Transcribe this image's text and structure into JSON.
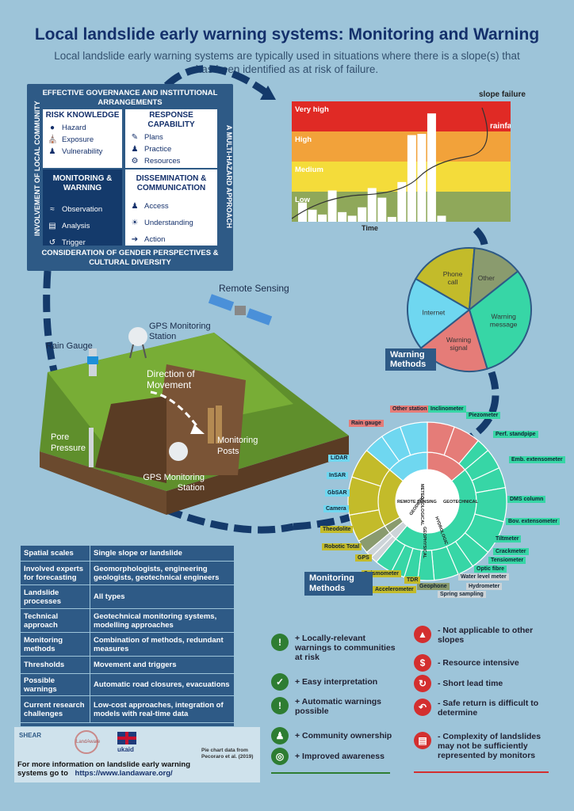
{
  "title": "Local landslide early warning systems: Monitoring and Warning",
  "subtitle": "Local landslide early warning systems are typically used in situations where there is a slope(s) that has been identified as at risk of failure.",
  "framework": {
    "top_label": "EFFECTIVE GOVERNANCE AND INSTITUTIONAL ARRANGEMENTS",
    "bottom_label": "CONSIDERATION OF GENDER PERSPECTIVES & CULTURAL DIVERSITY",
    "left_label": "INVOLVEMENT OF LOCAL COMMUNITY",
    "right_label": "A MULTI-HAZARD APPROACH",
    "risk": {
      "title": "RISK KNOWLEDGE",
      "items": [
        "Hazard",
        "Exposure",
        "Vulnerability"
      ]
    },
    "response": {
      "title": "RESPONSE CAPABILITY",
      "items": [
        "Plans",
        "Practice",
        "Resources"
      ]
    },
    "monitoring": {
      "title": "MONITORING & WARNING",
      "items": [
        "Observation",
        "Analysis",
        "Trigger"
      ]
    },
    "dissemination": {
      "title": "DISSEMINATION & COMMUNICATION",
      "items": [
        "Access",
        "Understanding",
        "Action"
      ]
    }
  },
  "risk_chart": {
    "levels": [
      "Very high",
      "High",
      "Medium",
      "Low"
    ],
    "level_colors": [
      "#e02a25",
      "#f2a23a",
      "#f4dc3a",
      "#8fa85a"
    ],
    "x_label": "Time",
    "rainfall_label": "rainfall",
    "failure_label": "slope failure",
    "rainfall_values": [
      0.16,
      0.1,
      0.06,
      0.26,
      0.08,
      0.05,
      0.12,
      0.28,
      0.2,
      0.04,
      0.33,
      0.72,
      0.73,
      0.9,
      0.05
    ]
  },
  "warning_methods": {
    "title": "Warning Methods",
    "slices": [
      {
        "label": "Warning message",
        "color": "#37d6a6",
        "share": 0.31
      },
      {
        "label": "Warning signal",
        "color": "#e57c78",
        "share": 0.19
      },
      {
        "label": "Internet",
        "color": "#6fd7f0",
        "share": 0.19
      },
      {
        "label": "Phone call",
        "color": "#c3bb2a",
        "share": 0.18
      },
      {
        "label": "Other",
        "color": "#8a9b6e",
        "share": 0.13
      }
    ]
  },
  "scene": {
    "remote_sensing": "Remote Sensing",
    "gps_station_1": "GPS Monitoring Station",
    "rain_gauge": "Rain Gauge",
    "direction": "Direction of Movement",
    "pore_pressure": "Pore Pressure",
    "monitoring_posts": "Monitoring Posts",
    "gps_station_2": "GPS Monitoring Station"
  },
  "monitoring_methods": {
    "title": "Monitoring Methods",
    "source": "Pie chart data from Pecoraro et al. (2019)",
    "categories": [
      {
        "label": "METEOROLOGICAL",
        "color": "#e57c78"
      },
      {
        "label": "GEOTECHNICAL",
        "color": "#37d6a6"
      },
      {
        "label": "HYDROLOGIC",
        "color": "#ccd4d8"
      },
      {
        "label": "GEOPHYSICAL",
        "color": "#8a9b6e"
      },
      {
        "label": "GEODETIC",
        "color": "#c3bb2a"
      },
      {
        "label": "REMOTE SENSING",
        "color": "#6fd7f0"
      }
    ],
    "labels": {
      "other_station": "Other station",
      "rain_gauge": "Rain gauge",
      "inclinometer": "Inclinometer",
      "piezometer": "Piezometer",
      "perf_standpipe": "Perf. standpipe",
      "emb_extensometer": "Emb. extensometer",
      "dms_column": "DMS column",
      "bov_extensometer": "Bov. extensometer",
      "tiltmeter": "Tiltmeter",
      "crackmeter": "Crackmeter",
      "tensiometer": "Tensiometer",
      "optic_fibre": "Optic fibre",
      "water_level_meter": "Water level meter",
      "hydrometer": "Hydrometer",
      "spring_sampling": "Spring sampling",
      "geophone": "Geophone",
      "tdr": "TDR",
      "accelerometer": "Accelerometer",
      "seismometer": "Seismometer",
      "gps": "GPS",
      "robotic_total": "Robotic Total",
      "theodolite": "Theodolite",
      "camera": "Camera",
      "gbsar": "GbSAR",
      "insar": "InSAR",
      "lidar": "LiDAR"
    }
  },
  "table": [
    {
      "key": "Spatial scales",
      "value": "Single slope or landslide"
    },
    {
      "key": "Involved experts for forecasting",
      "value": "Geomorphologists, engineering geologists, geotechnical engineers"
    },
    {
      "key": "Landslide processes",
      "value": "All types"
    },
    {
      "key": "Technical approach",
      "value": "Geotechnical monitoring systems, modelling approaches"
    },
    {
      "key": "Monitoring methods",
      "value": "Combination of methods, redundant measures"
    },
    {
      "key": "Thresholds",
      "value": "Movement and triggers"
    },
    {
      "key": "Possible warnings",
      "value": "Automatic road closures, evacuations"
    },
    {
      "key": "Current research challenges",
      "value": "Low-cost approaches, integration of models with real-time data"
    }
  ],
  "pros": [
    "+ Locally-relevant warnings to communities at risk",
    "+ Easy interpretation",
    "+ Automatic warnings possible",
    "+ Community ownership",
    "+ Improved awareness"
  ],
  "cons": [
    "- Not applicable to other slopes",
    "- Resource intensive",
    "- Short lead time",
    "- Safe return is difficult to determine",
    "- Complexity of landslides may not be sufficiently represented by monitors"
  ],
  "footer": {
    "more_info": "For more information on landslide early warning systems go to",
    "url": "https://www.landaware.org/",
    "logo1": "SHEAR",
    "logo2": "LandAware",
    "logo3": "ukaid"
  }
}
